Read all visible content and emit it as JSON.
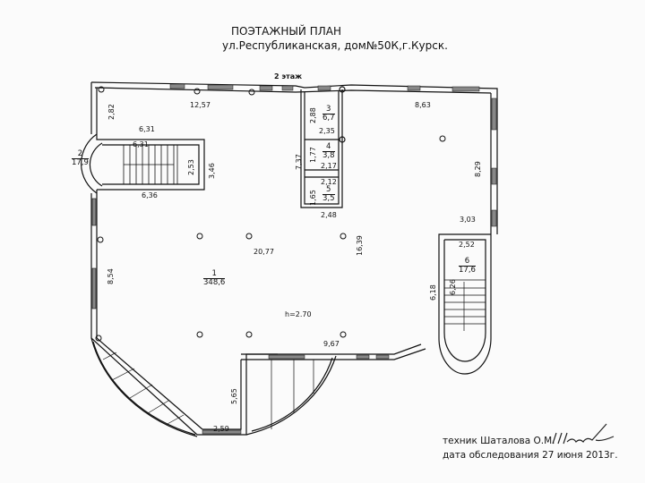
{
  "header": {
    "title": "ПОЭТАЖНЫЙ ПЛАН",
    "address": "ул.Республиканская, дом№50К,г.Курск.",
    "floor": "2 этаж"
  },
  "rooms": [
    {
      "id": "1",
      "area": "348,6"
    },
    {
      "id": "2",
      "area": "17,9"
    },
    {
      "id": "3",
      "area": "6,7"
    },
    {
      "id": "4",
      "area": "3,8"
    },
    {
      "id": "5",
      "area": "3,5"
    },
    {
      "id": "6",
      "area": "17,6"
    }
  ],
  "dimensions": {
    "d_2_82": "2,82",
    "d_12_57": "12,57",
    "d_6_31_top": "6,31",
    "d_6_31_inner": "6,31",
    "d_2_53": "2,53",
    "d_3_46": "3,46",
    "d_6_36": "6,36",
    "d_2_88": "2,88",
    "d_2_35": "2,35",
    "d_7_37": "7,37",
    "d_1_77": "1,77",
    "d_2_17": "2,17",
    "d_2_12": "2,12",
    "d_1_65": "1,65",
    "d_2_48": "2,48",
    "d_8_63": "8,63",
    "d_8_29": "8,29",
    "d_3_03": "3,03",
    "d_2_52": "2,52",
    "d_6_18": "6,18",
    "d_6_26": "6,26",
    "d_20_77": "20,77",
    "d_16_39": "16,39",
    "d_8_54": "8,54",
    "d_9_67": "9,67",
    "d_5_65": "5,65",
    "d_2_59": "2,59"
  },
  "ceiling_height": "h=2.70",
  "footer": {
    "technician": "техник Шаталова О.М.",
    "survey_date": "дата обследования  27 июня 2013г."
  },
  "colors": {
    "line": "#111111",
    "paper": "#fbfbfb",
    "window_fill": "#888888"
  }
}
